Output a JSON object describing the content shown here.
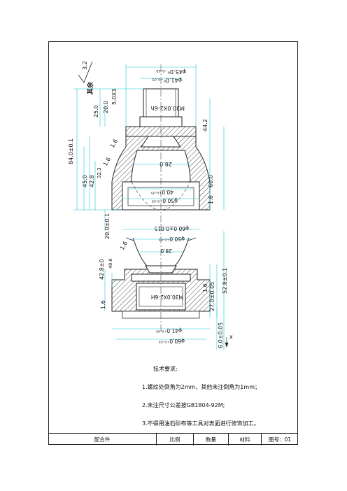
{
  "drawing": {
    "roughness_value": "3.2",
    "roughness_note": "其余",
    "dims_top": {
      "d45": "φ45.0⁰₋₀.₀₃",
      "d41": "φ41.0⁰₋₀.₀₅",
      "thread": "M30.0X2-6h",
      "l25": "25.0",
      "l20": "20.0",
      "chamfer": "5.0X3",
      "h44": "44.2",
      "r16a": "1.6",
      "r16b": "1.6",
      "l84": "84.0±0.1",
      "d28": "28.0",
      "l45": "45.0",
      "l428": "42.8",
      "l323": "32.3",
      "d40": "40.0⁺⁰·⁰³",
      "d50": "φ50.0⁺⁰·⁰³",
      "r160a": "1.6",
      "ang60": "60.0",
      "l20b": "20.0±0.1"
    },
    "dims_bottom": {
      "d60": "φ60.0±0.015",
      "d50b": "φ50.0⁺⁰·⁰³",
      "d28b": "28.0",
      "r16c": "1.6",
      "thread2": "M30.0X2-6H",
      "l428b": "42.8±0",
      "d40b": "40.0",
      "r16d": "1.6",
      "l528": "52.8±0.1",
      "l27": "27.0±0.05",
      "r16e": "1.6",
      "d41b": "φ41.0⁺⁰·⁰⁵",
      "d60b": "φ60.0⁺⁰·⁰³",
      "l6": "6.0±0.05",
      "axis": "x"
    }
  },
  "notes": {
    "title": "技术要求:",
    "n1": "1.螺纹处倒角为2mm，其他未注倒角为1mm；",
    "n2": "2.未注尺寸公差按GB1804-92M;",
    "n3": "3.不得用油石砂布等工具对表面进行修饰加工。"
  },
  "title_block": {
    "name": "配合件",
    "scale": "比例",
    "qty": "数量",
    "material": "材料",
    "drawing_no": "图号：01"
  }
}
